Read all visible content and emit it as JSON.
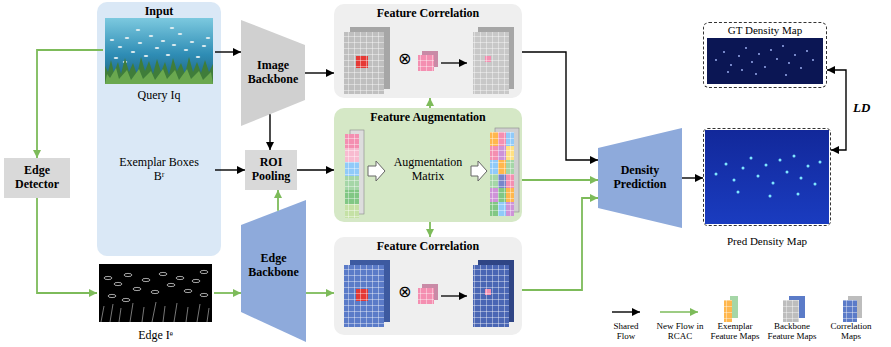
{
  "diagram": {
    "nodes": [
      {
        "text": [
          "Input"
        ]
      },
      {
        "text": [
          "Query Iq"
        ],
        "in": 0
      },
      {
        "text": [
          "Exemplar Boxes Bʳ"
        ],
        "in": 0
      },
      {
        "text": [
          "Image Backbone"
        ]
      },
      {
        "text": [
          "Edge Detector"
        ]
      },
      {
        "text": [
          "ROI Pooling"
        ]
      },
      {
        "text": [
          "Feature Correlation"
        ]
      },
      {
        "text": [
          "Feature Augmentation"
        ]
      },
      {
        "text": [
          "Augmentation Matrix"
        ],
        "in": 7
      },
      {
        "text": [
          "Edge Iᵉ"
        ]
      },
      {
        "text": [
          "Edge Backbone"
        ]
      },
      {
        "text": [
          "Feature Correlation"
        ]
      },
      {
        "text": [
          "Density Prediction"
        ]
      },
      {
        "text": [
          "GT Density Map"
        ]
      },
      {
        "text": [
          "Pred Density Map"
        ]
      }
    ],
    "edges": [
      {
        "from": 1,
        "to": 3,
        "arrow": "to"
      },
      {
        "from": 1,
        "to": 4,
        "arrow": "to"
      },
      {
        "from": 4,
        "to": 9,
        "arrow": "to"
      },
      {
        "from": 9,
        "to": 10,
        "arrow": "to"
      },
      {
        "from": 3,
        "to": 6,
        "arrow": "to"
      },
      {
        "from": 3,
        "to": 5,
        "arrow": "to"
      },
      {
        "from": 2,
        "to": 5,
        "arrow": "to"
      },
      {
        "from": 10,
        "to": 5,
        "arrow": "to"
      },
      {
        "from": 5,
        "to": 7,
        "arrow": "to"
      },
      {
        "from": 10,
        "to": 11,
        "arrow": "to"
      },
      {
        "from": 7,
        "to": 6,
        "arrow": "to"
      },
      {
        "from": 7,
        "to": 11,
        "arrow": "to"
      },
      {
        "from": 6,
        "to": 12,
        "arrow": "to"
      },
      {
        "from": 7,
        "to": 12,
        "arrow": "to"
      },
      {
        "from": 11,
        "to": 12,
        "arrow": "to"
      },
      {
        "from": 12,
        "to": 14,
        "arrow": "to"
      },
      {
        "from": 13,
        "to": 14,
        "label": "LD",
        "arrow": "both"
      }
    ],
    "labels": [
      "⊗",
      "⊗"
    ],
    "legend": [
      {
        "text": "Shared Flow"
      },
      {
        "text": "New Flow in RCAC"
      },
      {
        "text": "Exemplar Feature Maps"
      },
      {
        "text": "Backbone Feature Maps"
      },
      {
        "text": "Correlation Maps"
      }
    ]
  }
}
